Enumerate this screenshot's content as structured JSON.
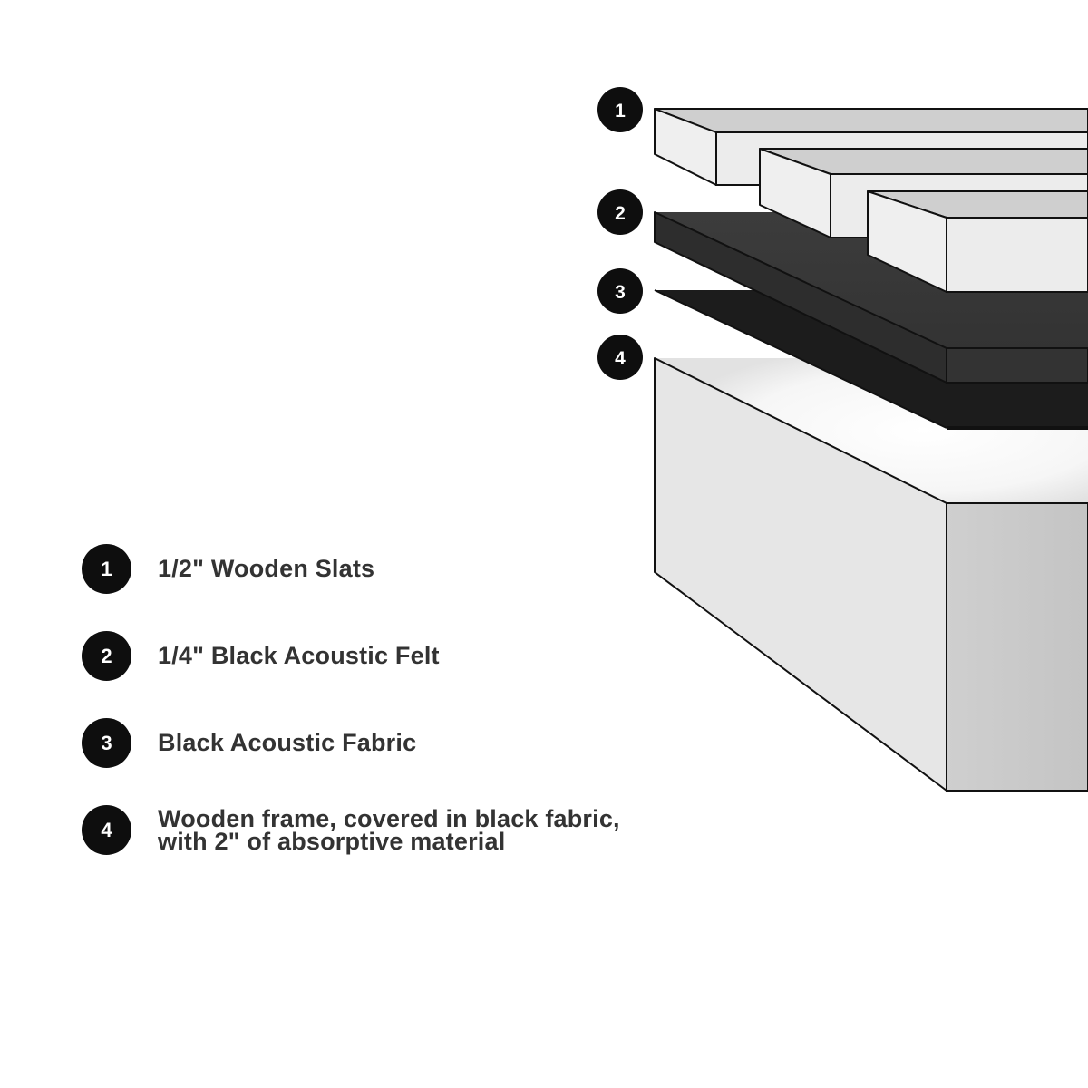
{
  "layers": [
    {
      "number": "1",
      "label_lines": [
        "1/2\" Wooden Slats"
      ]
    },
    {
      "number": "2",
      "label_lines": [
        "1/4\" Black Acoustic Felt"
      ]
    },
    {
      "number": "3",
      "label_lines": [
        "Black Acoustic Fabric"
      ]
    },
    {
      "number": "4",
      "label_lines": [
        "Wooden frame, covered in black fabric,",
        "with 2\" of absorptive material"
      ]
    }
  ],
  "colors": {
    "slat_top": "#cfcfcf",
    "slat_front": "#efefef",
    "felt": "#3a3a3a",
    "fabric": "#1c1c1c",
    "frame_top": "#f4f4f4",
    "frame_left": "#e6e6e6",
    "frame_right": "#c9c9c9",
    "badge": "#0e0e0e",
    "label_text": "#333333"
  }
}
